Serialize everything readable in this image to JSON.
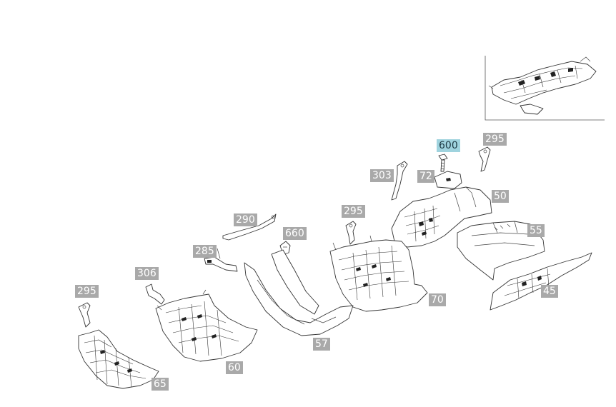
{
  "callouts": [
    {
      "id": "c600",
      "label": "600",
      "active": true
    },
    {
      "id": "c295a",
      "label": "295"
    },
    {
      "id": "c303",
      "label": "303"
    },
    {
      "id": "c72",
      "label": "72"
    },
    {
      "id": "c50",
      "label": "50"
    },
    {
      "id": "c290",
      "label": "290"
    },
    {
      "id": "c660",
      "label": "660"
    },
    {
      "id": "c295b",
      "label": "295"
    },
    {
      "id": "c55",
      "label": "55"
    },
    {
      "id": "c285",
      "label": "285"
    },
    {
      "id": "c306",
      "label": "306"
    },
    {
      "id": "c295c",
      "label": "295"
    },
    {
      "id": "c70",
      "label": "70"
    },
    {
      "id": "c45",
      "label": "45"
    },
    {
      "id": "c57",
      "label": "57"
    },
    {
      "id": "c60",
      "label": "60"
    },
    {
      "id": "c65",
      "label": "65"
    }
  ],
  "colors": {
    "callout_bg": "#a9a9a9",
    "callout_active_bg": "#9fd3de",
    "callout_text": "#ffffff"
  }
}
